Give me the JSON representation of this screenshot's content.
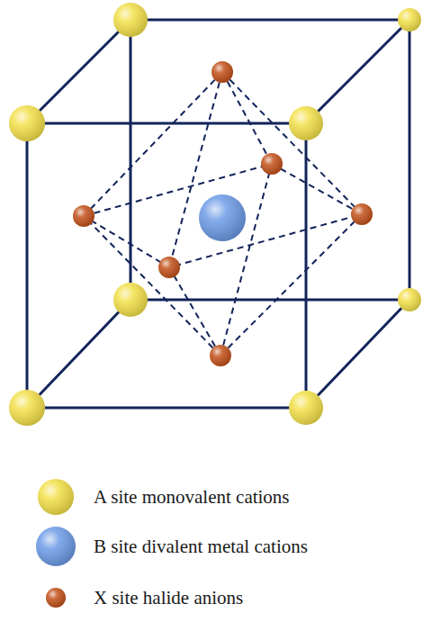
{
  "diagram": {
    "legend": [
      {
        "text": "A site monovalent cations",
        "color": "#f3e04a"
      },
      {
        "text": "B site divalent metal cations",
        "color": "#6d9be6"
      },
      {
        "text": "X site halide anions",
        "color": "#c2511a"
      }
    ]
  }
}
